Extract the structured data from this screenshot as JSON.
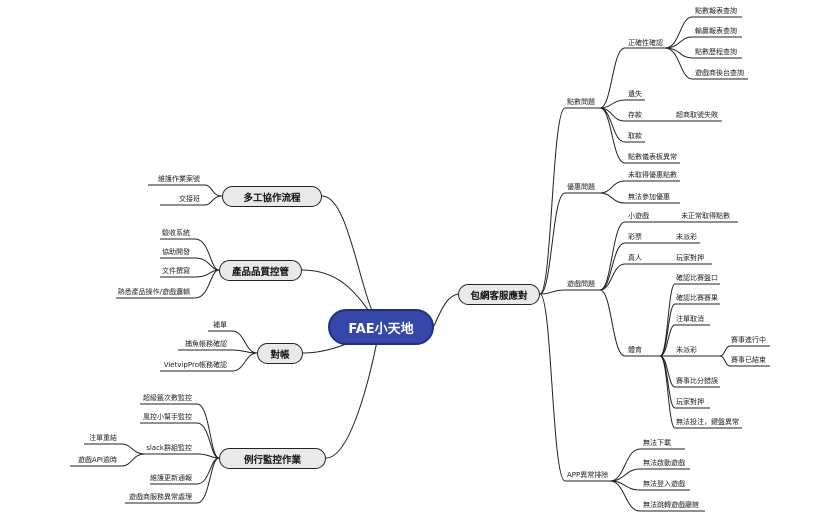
{
  "root": "FAE小天地",
  "left": {
    "multi": {
      "title": "多工協作流程",
      "items": [
        "維護作業案號",
        "交接班"
      ]
    },
    "quality": {
      "title": "產品品質控管",
      "items": [
        "驗收系統",
        "協助開發",
        "文件撰寫",
        "熟悉產品操作/遊戲邏輯"
      ]
    },
    "reconcile": {
      "title": "對帳",
      "items": [
        "補單",
        "捕魚帳務確認",
        "VietvipPro帳務確認"
      ]
    },
    "monitor": {
      "title": "例行監控作業",
      "items": [
        "超級籤次數監控",
        "風控小幫手監控",
        "slack群組監控",
        "維護更新通報",
        "遊戲商服務異常處理"
      ],
      "slack_children": [
        "注單重結",
        "遊戲API逾時"
      ]
    }
  },
  "right": {
    "title": "包網客服應對",
    "points": {
      "title": "點數問題",
      "confirm": {
        "title": "正確性確認",
        "items": [
          "點數報表查詢",
          "輸贏報表查詢",
          "點數歷程查詢",
          "遊戲商後台查詢"
        ]
      },
      "lost": "遺失",
      "deposit": {
        "title": "存款",
        "child": "超商取號失敗"
      },
      "withdraw": "取款",
      "report_anomaly": "點數儀表板異常"
    },
    "promo": {
      "title": "優惠問題",
      "items": [
        "未取得優惠點數",
        "無法參加優惠"
      ]
    },
    "game": {
      "title": "遊戲問題",
      "mini": {
        "title": "小遊戲",
        "child": "未正常取得點數"
      },
      "lottery": {
        "title": "彩票",
        "child": "未派彩"
      },
      "live": {
        "title": "真人",
        "child": "玩家對押"
      },
      "sports": {
        "title": "體育",
        "items": [
          "確認比賽盤口",
          "確認比賽賽果",
          "注單取消",
          "未派彩",
          "賽事比分錯誤",
          "玩家對押",
          "無法投注，鍵盤異常"
        ],
        "unpaid_children": [
          "賽事進行中",
          "賽事已結束"
        ]
      }
    },
    "app": {
      "title": "APP異常排除",
      "items": [
        "無法下載",
        "無法啟動遊戲",
        "無法登入遊戲",
        "無法跳轉遊戲廳館"
      ]
    }
  }
}
